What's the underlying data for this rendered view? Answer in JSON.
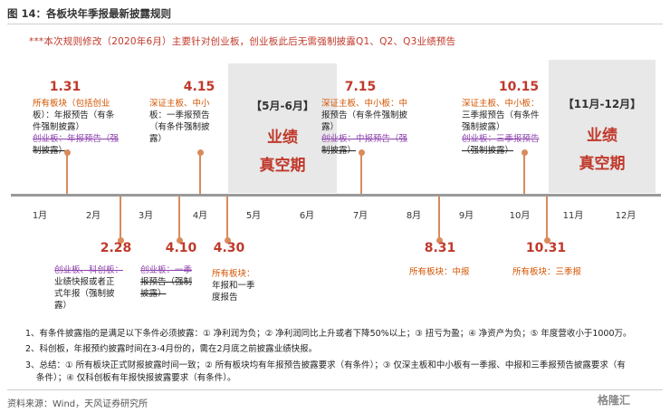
{
  "title": "图 14：各板块年季报最新披露规则",
  "top_note": "***本次规则修改（2020年6月）主要针对创业板，创业板此后无需强制披露Q1、Q2、Q3业绩预告",
  "gray_boxes": [
    {
      "label": "【5月-6月】",
      "line1": "业绩",
      "line2": "真空期"
    },
    {
      "label": "【11月-12月】",
      "line1": "业绩",
      "line2": "真空期"
    }
  ],
  "months": [
    "1月",
    "2月",
    "3月",
    "4月",
    "5月",
    "6月",
    "7月",
    "8月",
    "9月",
    "10月",
    "11月",
    "12月"
  ],
  "top_events": [
    {
      "date": "1.31",
      "lines": [
        [
          "所有板块（包括创业",
          "o"
        ],
        [
          "板）：年报预告（有条",
          "n"
        ],
        [
          "件强制披露）",
          "n"
        ],
        [
          "创业板：年报预告（强",
          "p"
        ],
        [
          "制披露）",
          "s"
        ]
      ]
    },
    {
      "date": "4.15",
      "lines": [
        [
          "深证主板、中小",
          "o"
        ],
        [
          "板：一季报预告",
          "n"
        ],
        [
          "（有条件强制披",
          "n"
        ],
        [
          "露）",
          "n"
        ]
      ]
    },
    {
      "date": "7.15",
      "lines": [
        [
          "深证主板、中小板：中",
          "o"
        ],
        [
          "报预告（有条件强制披",
          "n"
        ],
        [
          "露）",
          "n"
        ],
        [
          "创业板：中报预告（强",
          "p"
        ],
        [
          "制披露）",
          "s"
        ]
      ]
    },
    {
      "date": "10.15",
      "lines": [
        [
          "深证主板、中小板：",
          "o"
        ],
        [
          "三季报预告（有条件",
          "n"
        ],
        [
          "强制披露）",
          "n"
        ],
        [
          "创业板：三季报预告",
          "p"
        ],
        [
          "（强制披露）",
          "s"
        ]
      ]
    }
  ],
  "bottom_events": [
    {
      "date": "2.28",
      "lines": [
        [
          "创业板、科创板：",
          "p"
        ],
        [
          "业绩快报或者正",
          "n"
        ],
        [
          "式年报（强制披",
          "n"
        ],
        [
          "露）",
          "n"
        ]
      ]
    },
    {
      "date": "4.10",
      "lines": [
        [
          "创业板：一季",
          "p"
        ],
        [
          "报预告（强制",
          "s"
        ],
        [
          "披露）",
          "s"
        ]
      ]
    },
    {
      "date": "4.30",
      "lines": [
        [
          "所有板块：",
          "o"
        ],
        [
          "年报和一季",
          "n"
        ],
        [
          "度报告",
          "n"
        ]
      ]
    },
    {
      "date": "8.31",
      "lines": [
        [
          "所有板块：中报",
          "o"
        ]
      ]
    },
    {
      "date": "10.31",
      "lines": [
        [
          "所有板块：三季报",
          "o"
        ]
      ]
    }
  ],
  "notes": [
    "1、有条件披露指的是满足以下条件必须披露：① 净利润为负；② 净利润同比上升或者下降50%以上；③ 扭亏为盈；④ 净资产为负；⑤ 年度营收小于1000万。",
    "2、科创板，年报预约披露时间在3-4月份的，需在2月底之前披露业绩快报。",
    "3、总结：① 所有板块正式财报披露时间一致；② 所有板块均有年报预告披露要求（有条件）；③ 仅深主板和中小板有一季报、中报和三季报预告披露要求（有",
    "条件）；④ 仅科创板有年报快报披露要求（有条件）。"
  ],
  "source": "资料来源：Wind，天风证券研究所",
  "logo": "格隆汇",
  "colors": {
    "accent": "#c0392b",
    "orange": "#d35400",
    "purple": "#8e44ad",
    "stem": "#d98b5c",
    "gray_box": "#e8e8e8"
  }
}
